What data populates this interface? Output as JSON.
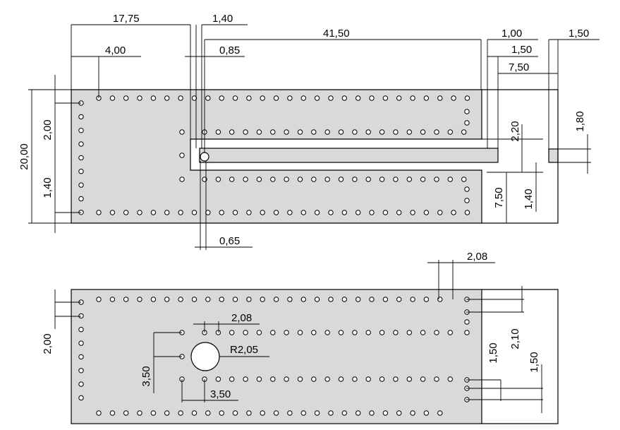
{
  "colors": {
    "board_fill": "#d9d9d9",
    "line": "#000000",
    "background": "#ffffff"
  },
  "top_view": {
    "dimensions": {
      "d_17_75": "17,75",
      "d_1_40_top": "1,40",
      "d_41_50": "41,50",
      "d_1_00": "1,00",
      "d_1_50_a": "1,50",
      "d_4_00": "4,00",
      "d_0_85": "0,85",
      "d_1_50_b": "1,50",
      "d_7_50_top": "7,50",
      "d_20_00": "20,00",
      "d_2_00": "2,00",
      "d_1_40_left": "1,40",
      "d_2_20": "2,20",
      "d_1_80": "1,80",
      "d_7_50_right": "7,50",
      "d_1_40_right": "1,40",
      "d_0_65": "0,65"
    }
  },
  "bottom_view": {
    "dimensions": {
      "d_2_08_top": "2,08",
      "d_2_08_mid": "2,08",
      "r_2_05": "R2,05",
      "d_2_00": "2,00",
      "d_3_50_v": "3,50",
      "d_3_50_h": "3,50",
      "d_1_50_a": "1,50",
      "d_2_10": "2,10",
      "d_1_50_b": "1,50"
    }
  }
}
